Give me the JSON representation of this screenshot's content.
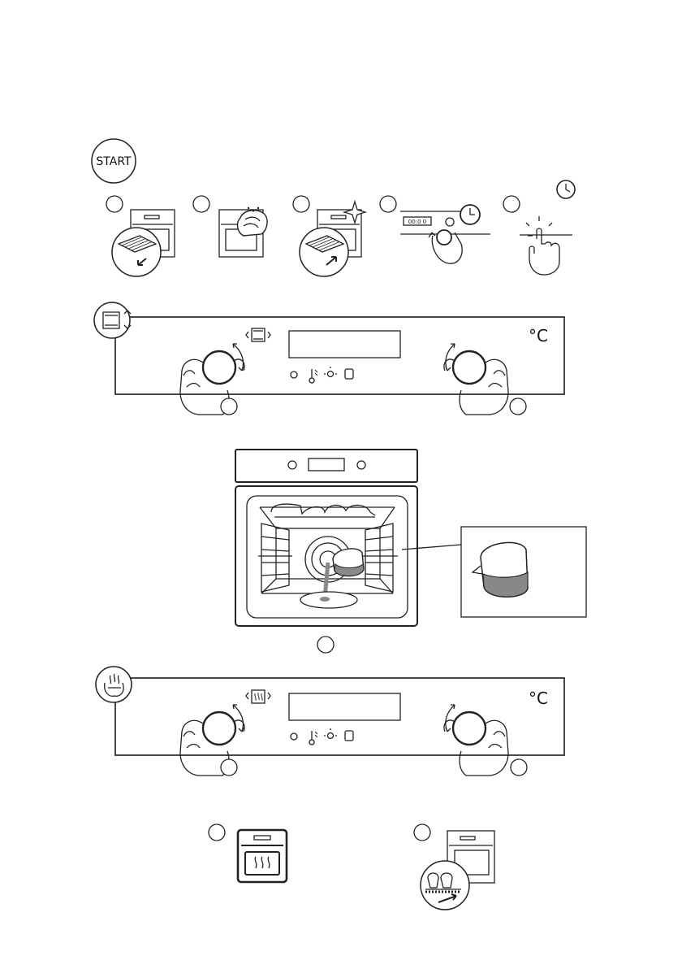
{
  "start_badge": {
    "label": "START"
  },
  "unit": {
    "celsius": "°C"
  },
  "timer_display": {
    "value": "00:0 0"
  },
  "colors": {
    "line": "#222222",
    "water": "#888888",
    "panel_fill": "#ffffff"
  },
  "icons": [
    "shelf-remove-icon",
    "wipe-oven-icon",
    "shelf-insert-sparkle-icon",
    "clock-set-icon",
    "clock-icon",
    "finger-press-icon",
    "oven-function-icon",
    "updown-arrows-icon",
    "knob-icon",
    "hand-icon",
    "timer-icon",
    "thermometer-icon",
    "lamp-icon",
    "door-lock-icon",
    "steam-clean-icon",
    "water-jug-icon",
    "steam-heat-icon",
    "muffin-shelf-icon"
  ]
}
